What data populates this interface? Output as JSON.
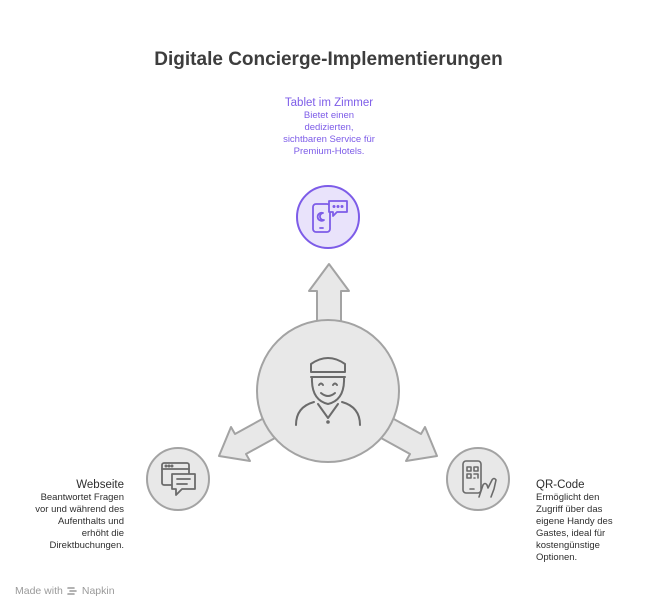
{
  "title": "Digitale Concierge-Implementierungen",
  "nodes": {
    "top": {
      "title": "Tablet im Zimmer",
      "description": [
        "Bietet einen",
        "dedizierten,",
        "sichtbaren Service für",
        "Premium-Hotels."
      ],
      "icon": "tablet-chat-icon"
    },
    "left": {
      "title": "Webseite",
      "description": [
        "Beantwortet Fragen",
        "vor und während des",
        "Aufenthalts und",
        "erhöht die",
        "Direktbuchungen."
      ],
      "icon": "website-chat-icon"
    },
    "right": {
      "title": "QR-Code",
      "description": [
        "Ermöglicht den",
        "Zugriff über das",
        "eigene Handy des",
        "Gastes, ideal für",
        "kostengünstige",
        "Optionen."
      ],
      "icon": "phone-qr-icon"
    },
    "center": {
      "icon": "concierge-person-icon"
    }
  },
  "colors": {
    "accent": "#7d5ce8",
    "accent_fill": "#e9e3fb",
    "node_fill": "#e8e8e8",
    "stroke": "#a3a3a3",
    "icon": "#6b6b6b"
  },
  "watermark": {
    "prefix": "Made with",
    "brand": "Napkin"
  }
}
